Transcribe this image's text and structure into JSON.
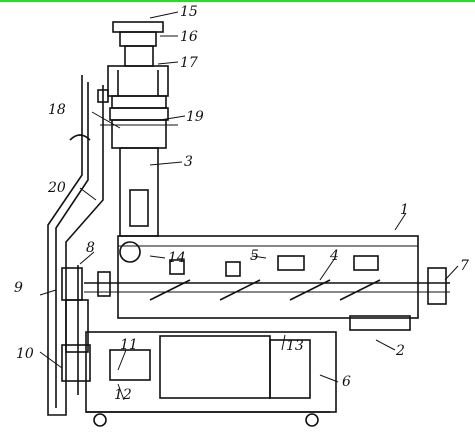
{
  "figure": {
    "accent_line_color": "#2fd62f",
    "ink_color": "#111111",
    "callouts": [
      {
        "id": "c1",
        "text": "1"
      },
      {
        "id": "c2",
        "text": "2"
      },
      {
        "id": "c3",
        "text": "3"
      },
      {
        "id": "c4",
        "text": "4"
      },
      {
        "id": "c5",
        "text": "5"
      },
      {
        "id": "c6",
        "text": "6"
      },
      {
        "id": "c7",
        "text": "7"
      },
      {
        "id": "c8",
        "text": "8"
      },
      {
        "id": "c9",
        "text": "9"
      },
      {
        "id": "c10",
        "text": "10"
      },
      {
        "id": "c11",
        "text": "11"
      },
      {
        "id": "c12",
        "text": "12"
      },
      {
        "id": "c13",
        "text": "13"
      },
      {
        "id": "c14",
        "text": "14"
      },
      {
        "id": "c15",
        "text": "15"
      },
      {
        "id": "c16",
        "text": "16"
      },
      {
        "id": "c17",
        "text": "17"
      },
      {
        "id": "c18",
        "text": "18"
      },
      {
        "id": "c19",
        "text": "19"
      },
      {
        "id": "c20",
        "text": "20"
      }
    ]
  }
}
